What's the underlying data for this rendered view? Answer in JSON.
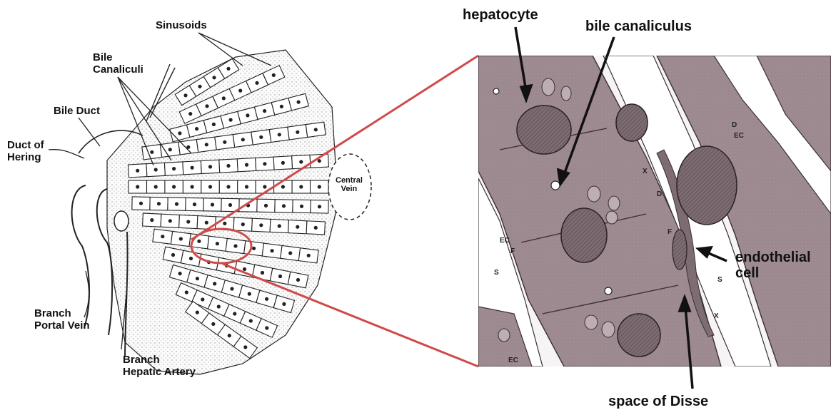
{
  "left_diagram": {
    "labels": {
      "sinusoids": "Sinusoids",
      "bile_canaliculi_1": "Bile",
      "bile_canaliculi_2": "Canaliculi",
      "bile_duct": "Bile Duct",
      "duct_of_hering_1": "Duct of",
      "duct_of_hering_2": "Hering",
      "central_vein_1": "Central",
      "central_vein_2": "Vein",
      "branch_portal_vein_1": "Branch",
      "branch_portal_vein_2": "Portal Vein",
      "branch_hepatic_artery_1": "Branch",
      "branch_hepatic_artery_2": "Hepatic Artery"
    }
  },
  "right_micrograph": {
    "labels": {
      "hepatocyte": "hepatocyte",
      "bile_canaliculus": "bile canaliculus",
      "endothelial_cell_1": "endothelial",
      "endothelial_cell_2": "cell",
      "space_of_disse": "space of Disse"
    }
  },
  "colors": {
    "zoom_lines": "#d04a4a",
    "cell_fill": "#9e8a91",
    "nucleus_fill": "#7d6c72",
    "sinusoid_fill": "#ffffff"
  }
}
